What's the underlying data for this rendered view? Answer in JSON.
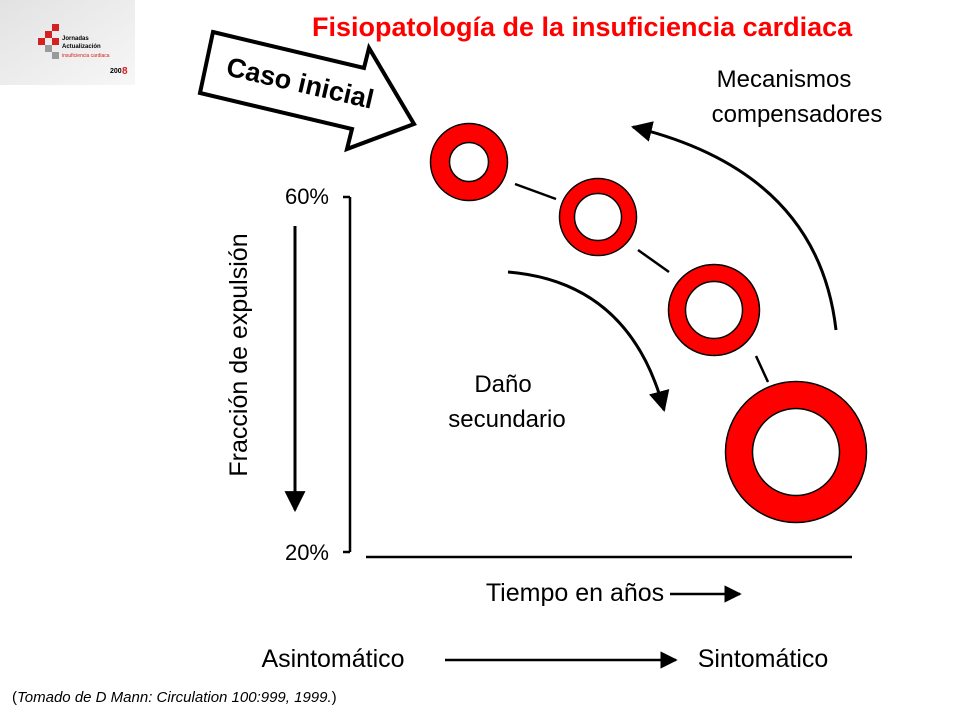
{
  "logo": {
    "line1": "Jornadas",
    "line2": "Actualización",
    "line3": "insuficiencia cardiaca",
    "year_a": "200",
    "year_b": "8"
  },
  "title": "Fisiopatología de la insuficiencia cardiaca",
  "diagram": {
    "initial_case": "Caso inicial",
    "compensatory_line1": "Mecanismos",
    "compensatory_line2": "compensadores",
    "secondary_damage_line1": "Daño",
    "secondary_damage_line2": "secundario",
    "y_axis_label": "Fracción de expulsión",
    "y_tick_top": "60%",
    "y_tick_bottom": "20%",
    "x_axis_label": "Tiempo en años",
    "asymptomatic": "Asintomático",
    "symptomatic": "Sintomático"
  },
  "colors": {
    "ring_fill": "#ff0000",
    "title": "#ff0000"
  },
  "citation": {
    "open": "(",
    "text": "Tomado de D Mann: Circulation 100:999, 1999.",
    "close": ")"
  }
}
